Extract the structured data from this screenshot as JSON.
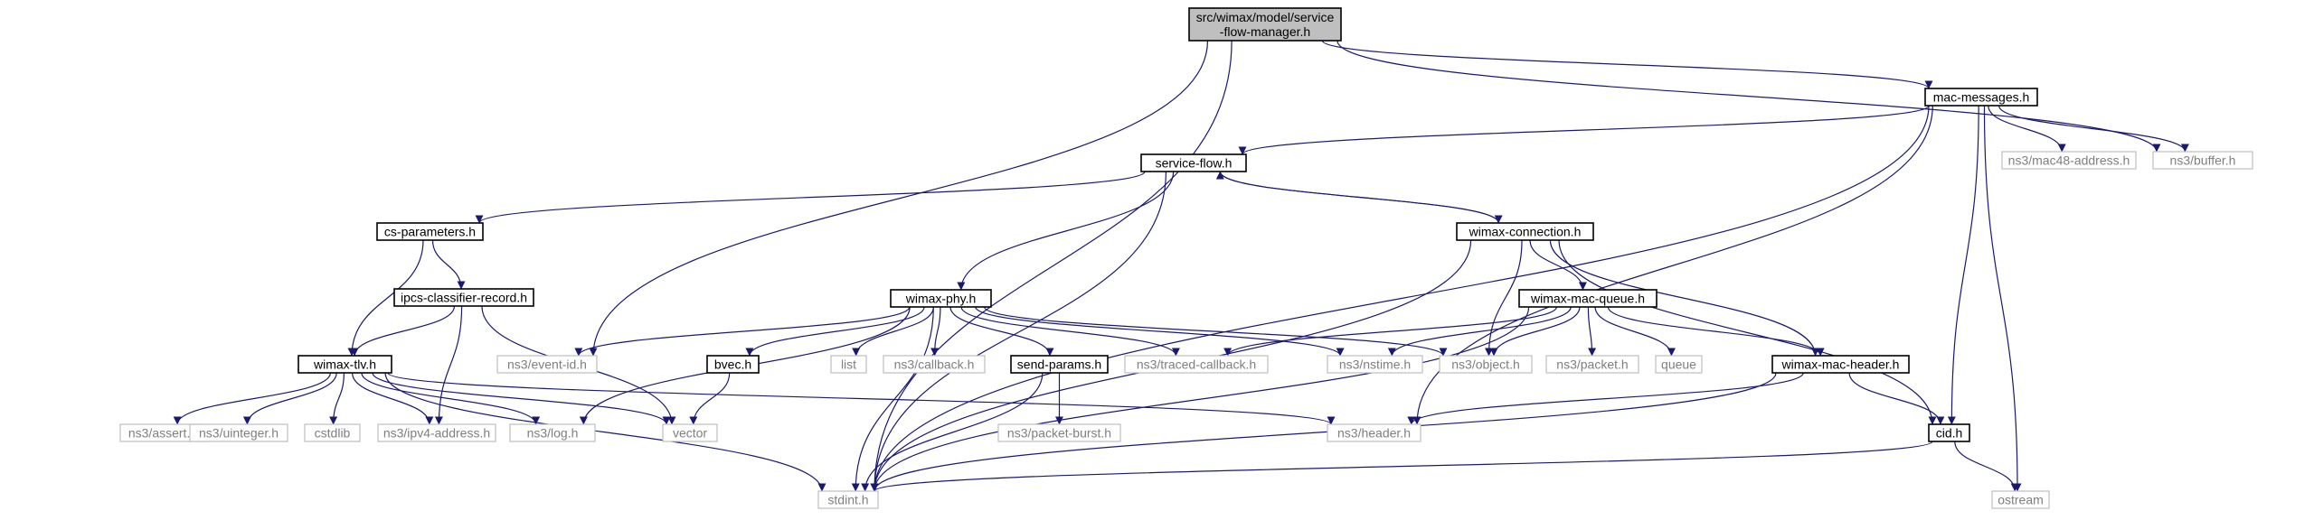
{
  "diagram": {
    "type": "include-dependency-graph",
    "colors": {
      "edge": "#191970",
      "root_fill": "#bfbfbf",
      "node_border": "#000000",
      "system_border": "#bfbfbf",
      "system_text": "#7f7f7f"
    },
    "nodes": [
      {
        "id": "root",
        "label": [
          "src/wimax/model/service",
          "-flow-manager.h"
        ],
        "kind": "root"
      },
      {
        "id": "mac_messages",
        "label": [
          "mac-messages.h"
        ],
        "kind": "header"
      },
      {
        "id": "service_flow",
        "label": [
          "service-flow.h"
        ],
        "kind": "header"
      },
      {
        "id": "cs_parameters",
        "label": [
          "cs-parameters.h"
        ],
        "kind": "header"
      },
      {
        "id": "wimax_connection",
        "label": [
          "wimax-connection.h"
        ],
        "kind": "header"
      },
      {
        "id": "ipcs",
        "label": [
          "ipcs-classifier-record.h"
        ],
        "kind": "header"
      },
      {
        "id": "wimax_phy",
        "label": [
          "wimax-phy.h"
        ],
        "kind": "header"
      },
      {
        "id": "wimax_mac_queue",
        "label": [
          "wimax-mac-queue.h"
        ],
        "kind": "header"
      },
      {
        "id": "wimax_tlv",
        "label": [
          "wimax-tlv.h"
        ],
        "kind": "header"
      },
      {
        "id": "bvec",
        "label": [
          "bvec.h"
        ],
        "kind": "header"
      },
      {
        "id": "send_params",
        "label": [
          "send-params.h"
        ],
        "kind": "header"
      },
      {
        "id": "wimax_mac_header",
        "label": [
          "wimax-mac-header.h"
        ],
        "kind": "header"
      },
      {
        "id": "cid",
        "label": [
          "cid.h"
        ],
        "kind": "header"
      },
      {
        "id": "mac48",
        "label": [
          "ns3/mac48-address.h"
        ],
        "kind": "system"
      },
      {
        "id": "buffer",
        "label": [
          "ns3/buffer.h"
        ],
        "kind": "system"
      },
      {
        "id": "event_id",
        "label": [
          "ns3/event-id.h"
        ],
        "kind": "system"
      },
      {
        "id": "list",
        "label": [
          "list"
        ],
        "kind": "system"
      },
      {
        "id": "callback",
        "label": [
          "ns3/callback.h"
        ],
        "kind": "system"
      },
      {
        "id": "traced_callback",
        "label": [
          "ns3/traced-callback.h"
        ],
        "kind": "system"
      },
      {
        "id": "nstime",
        "label": [
          "ns3/nstime.h"
        ],
        "kind": "system"
      },
      {
        "id": "object",
        "label": [
          "ns3/object.h"
        ],
        "kind": "system"
      },
      {
        "id": "packet",
        "label": [
          "ns3/packet.h"
        ],
        "kind": "system"
      },
      {
        "id": "queue",
        "label": [
          "queue"
        ],
        "kind": "system"
      },
      {
        "id": "assert",
        "label": [
          "ns3/assert.h"
        ],
        "kind": "system"
      },
      {
        "id": "uinteger",
        "label": [
          "ns3/uinteger.h"
        ],
        "kind": "system"
      },
      {
        "id": "cstdlib",
        "label": [
          "cstdlib"
        ],
        "kind": "system"
      },
      {
        "id": "ipv4",
        "label": [
          "ns3/ipv4-address.h"
        ],
        "kind": "system"
      },
      {
        "id": "log",
        "label": [
          "ns3/log.h"
        ],
        "kind": "system"
      },
      {
        "id": "vector",
        "label": [
          "vector"
        ],
        "kind": "system"
      },
      {
        "id": "packet_burst",
        "label": [
          "ns3/packet-burst.h"
        ],
        "kind": "system"
      },
      {
        "id": "header",
        "label": [
          "ns3/header.h"
        ],
        "kind": "system"
      },
      {
        "id": "ostream",
        "label": [
          "ostream"
        ],
        "kind": "system"
      },
      {
        "id": "stdint",
        "label": [
          "stdint.h"
        ],
        "kind": "system"
      }
    ],
    "edges": [
      [
        "root",
        "mac_messages"
      ],
      [
        "root",
        "buffer"
      ],
      [
        "root",
        "event_id"
      ],
      [
        "root",
        "stdint"
      ],
      [
        "mac_messages",
        "service_flow"
      ],
      [
        "mac_messages",
        "mac48"
      ],
      [
        "mac_messages",
        "buffer"
      ],
      [
        "mac_messages",
        "header"
      ],
      [
        "mac_messages",
        "cid"
      ],
      [
        "mac_messages",
        "ostream"
      ],
      [
        "mac_messages",
        "stdint"
      ],
      [
        "service_flow",
        "cs_parameters"
      ],
      [
        "service_flow",
        "wimax_connection"
      ],
      [
        "service_flow",
        "wimax_phy"
      ],
      [
        "service_flow",
        "stdint"
      ],
      [
        "wimax_connection",
        "service_flow"
      ],
      [
        "wimax_connection",
        "wimax_mac_queue"
      ],
      [
        "wimax_connection",
        "object"
      ],
      [
        "wimax_connection",
        "wimax_mac_header"
      ],
      [
        "wimax_connection",
        "cid"
      ],
      [
        "wimax_connection",
        "stdint"
      ],
      [
        "cs_parameters",
        "ipcs"
      ],
      [
        "cs_parameters",
        "wimax_tlv"
      ],
      [
        "ipcs",
        "wimax_tlv"
      ],
      [
        "ipcs",
        "ipv4"
      ],
      [
        "ipcs",
        "vector"
      ],
      [
        "wimax_phy",
        "event_id"
      ],
      [
        "wimax_phy",
        "bvec"
      ],
      [
        "wimax_phy",
        "list"
      ],
      [
        "wimax_phy",
        "callback"
      ],
      [
        "wimax_phy",
        "send_params"
      ],
      [
        "wimax_phy",
        "traced_callback"
      ],
      [
        "wimax_phy",
        "nstime"
      ],
      [
        "wimax_phy",
        "object"
      ],
      [
        "wimax_phy",
        "log"
      ],
      [
        "wimax_phy",
        "stdint"
      ],
      [
        "wimax_mac_queue",
        "traced_callback"
      ],
      [
        "wimax_mac_queue",
        "nstime"
      ],
      [
        "wimax_mac_queue",
        "object"
      ],
      [
        "wimax_mac_queue",
        "packet"
      ],
      [
        "wimax_mac_queue",
        "queue"
      ],
      [
        "wimax_mac_queue",
        "wimax_mac_header"
      ],
      [
        "wimax_mac_queue",
        "stdint"
      ],
      [
        "wimax_tlv",
        "assert"
      ],
      [
        "wimax_tlv",
        "uinteger"
      ],
      [
        "wimax_tlv",
        "cstdlib"
      ],
      [
        "wimax_tlv",
        "ipv4"
      ],
      [
        "wimax_tlv",
        "log"
      ],
      [
        "wimax_tlv",
        "vector"
      ],
      [
        "wimax_tlv",
        "header"
      ],
      [
        "wimax_tlv",
        "stdint"
      ],
      [
        "bvec",
        "vector"
      ],
      [
        "send_params",
        "packet_burst"
      ],
      [
        "send_params",
        "stdint"
      ],
      [
        "wimax_mac_header",
        "header"
      ],
      [
        "wimax_mac_header",
        "cid"
      ],
      [
        "wimax_mac_header",
        "stdint"
      ],
      [
        "cid",
        "ostream"
      ],
      [
        "cid",
        "stdint"
      ]
    ]
  }
}
